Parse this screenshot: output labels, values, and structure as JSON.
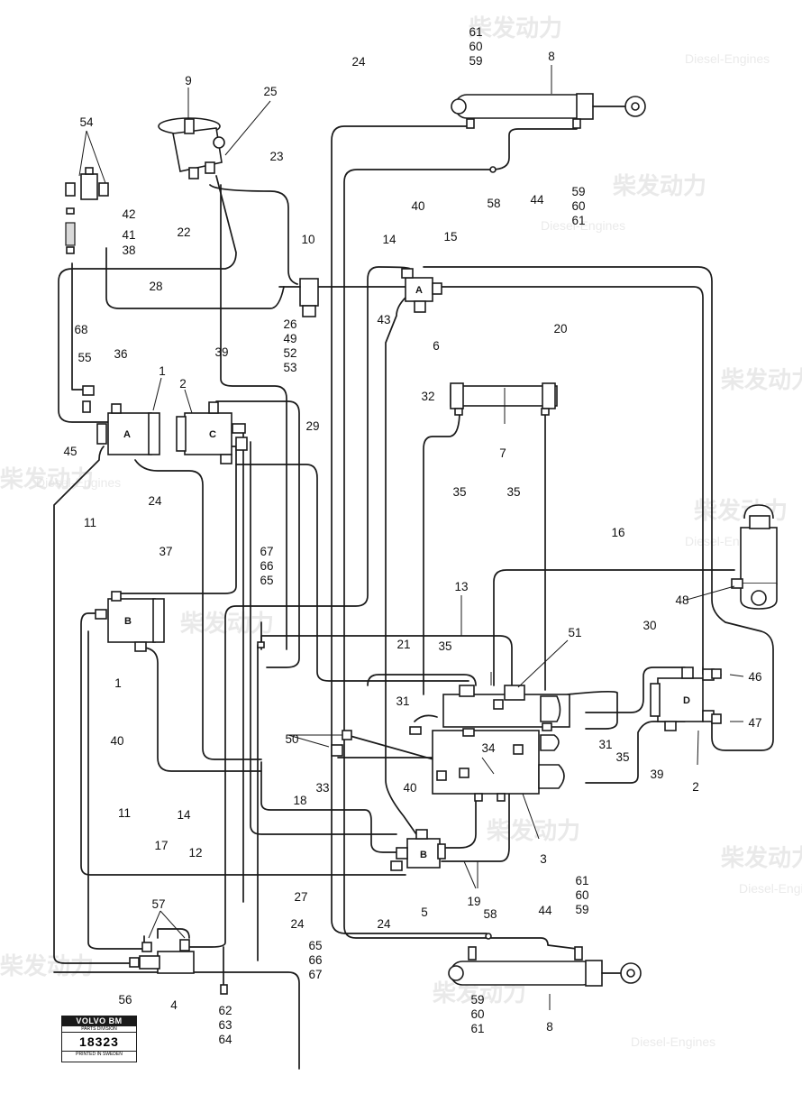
{
  "labels": {
    "l61a": "61",
    "l60a": "60",
    "l59a": "59",
    "l8a": "8",
    "l24a": "24",
    "l9": "9",
    "l25": "25",
    "l54": "54",
    "l23": "23",
    "l59b": "59",
    "l60b": "60",
    "l61b": "61",
    "l44a": "44",
    "l58a": "58",
    "l40a": "40",
    "l42": "42",
    "l41": "41",
    "l38": "38",
    "l22": "22",
    "l10": "10",
    "l14a": "14",
    "l15": "15",
    "l28": "28",
    "l20": "20",
    "l26": "26",
    "l49": "49",
    "l52": "52",
    "l53": "53",
    "l43": "43",
    "l6": "6",
    "l68": "68",
    "l55": "55",
    "l36": "36",
    "l1a": "1",
    "l39a": "39",
    "l2a": "2",
    "l32": "32",
    "l45": "45",
    "l7": "7",
    "l29": "29",
    "l24b": "24",
    "l35a": "35",
    "l35b": "35",
    "l11a": "11",
    "l16": "16",
    "l67a": "67",
    "l66a": "66",
    "l65a": "65",
    "l37": "37",
    "l48": "48",
    "l13": "13",
    "l30": "30",
    "l51": "51",
    "l21": "21",
    "l35c": "35",
    "l46": "46",
    "l1b": "1",
    "l31a": "31",
    "l47": "47",
    "l40b": "40",
    "l50": "50",
    "l34": "34",
    "l31b": "31",
    "l35d": "35",
    "l39b": "39",
    "l33": "33",
    "l40c": "40",
    "l2b": "2",
    "l18": "18",
    "l11b": "11",
    "l14b": "14",
    "l3": "3",
    "l17": "17",
    "l12": "12",
    "l19": "19",
    "l5": "5",
    "l61c": "61",
    "l60c": "60",
    "l59c": "59",
    "l27": "27",
    "l57": "57",
    "l24c": "24",
    "l24d": "24",
    "l58b": "58",
    "l44b": "44",
    "l65b": "65",
    "l66b": "66",
    "l67b": "67",
    "l56": "56",
    "l4": "4",
    "l59d": "59",
    "l60d": "60",
    "l61d": "61",
    "l8b": "8",
    "l62": "62",
    "l63": "63",
    "l64": "64"
  },
  "components": {
    "A1": "A",
    "A6": "A",
    "B1": "B",
    "B5": "B",
    "C2": "C",
    "D2": "D"
  },
  "stamp": {
    "brand": "VOLVO BM",
    "division": "PARTS DIVISION",
    "number": "18323",
    "printed": "PRINTED IN SWEDEN"
  },
  "watermark": {
    "cn": "柴发动力",
    "en": "Diesel-Engines"
  }
}
